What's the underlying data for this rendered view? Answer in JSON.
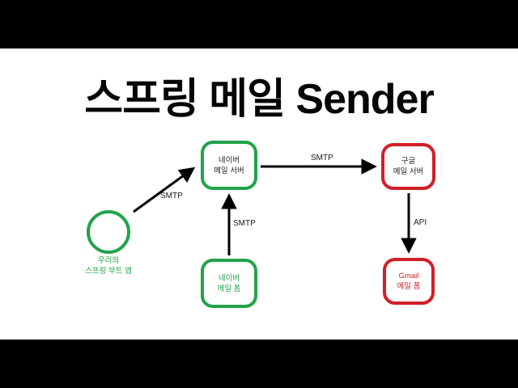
{
  "title": "스프링 메일 Sender",
  "colors": {
    "green": "#22A34B",
    "red": "#D21F26",
    "black": "#000000"
  },
  "nodes": {
    "app": {
      "line1": "우리의",
      "line2": "스프링 부트 앱"
    },
    "naver_server": {
      "line1": "네이버",
      "line2": "메일 서버"
    },
    "google_server": {
      "line1": "구글",
      "line2": "메일 서버"
    },
    "naver_form": {
      "line1": "네이버",
      "line2": "메일 폼"
    },
    "gmail_form": {
      "line1": "Gmail",
      "line2": "메일 폼"
    }
  },
  "edges": {
    "app_to_naver_server": "SMTP",
    "naver_form_to_naver_server": "SMTP",
    "naver_server_to_google_server": "SMTP",
    "google_server_to_gmail_form": "API"
  }
}
